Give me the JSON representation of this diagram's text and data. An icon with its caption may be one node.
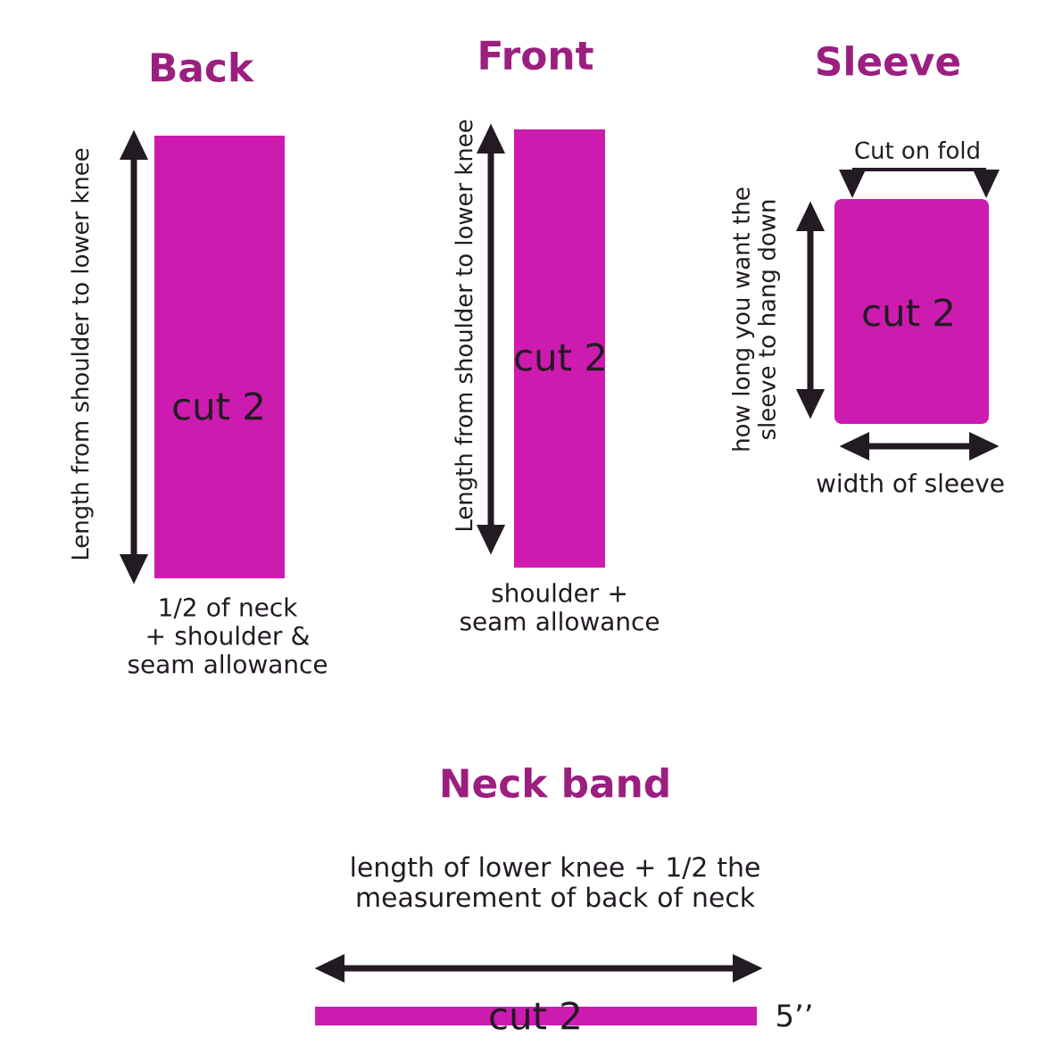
{
  "diagram": {
    "nodes": [
      {
        "text": [
          "cut 2"
        ]
      },
      {
        "text": [
          "cut 2"
        ]
      },
      {
        "text": [
          "cut 2"
        ]
      },
      {
        "text": [
          "cut 2"
        ]
      }
    ],
    "labels": [
      "Back",
      "Front",
      "Sleeve",
      "Length from shoulder to lower knee",
      "Length from shoulder to lower knee",
      "how long you want the sleeve to hang down",
      "Cut on fold",
      "width of sleeve",
      "1/2 of neck + shoulder & seam allowance",
      "shoulder + seam allowance",
      "Neck band",
      "length of lower knee + 1/2 the measurement of back of neck",
      "5’’"
    ]
  }
}
